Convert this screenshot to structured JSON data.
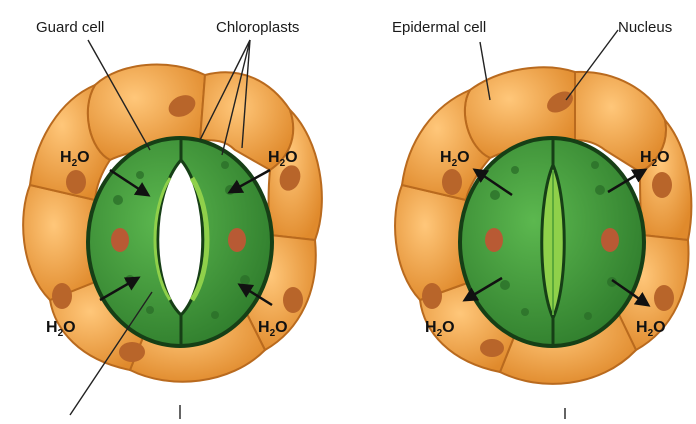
{
  "labels": {
    "guard_cell": "Guard cell",
    "chloroplasts": "Chloroplasts",
    "epidermal_cell": "Epidermal cell",
    "nucleus": "Nucleus"
  },
  "water": {
    "main": "H",
    "sub": "2",
    "tail": "O"
  },
  "colors": {
    "epidermal_fill": "#f2a24a",
    "epidermal_stroke": "#b96a1e",
    "epidermal_nucleus": "#b8652a",
    "guard_fill": "#3f9a3a",
    "guard_dark": "#1e5a1e",
    "pore_open": "#ffffff",
    "pore_closed": "#8fd04a",
    "arrow": "#111111"
  }
}
